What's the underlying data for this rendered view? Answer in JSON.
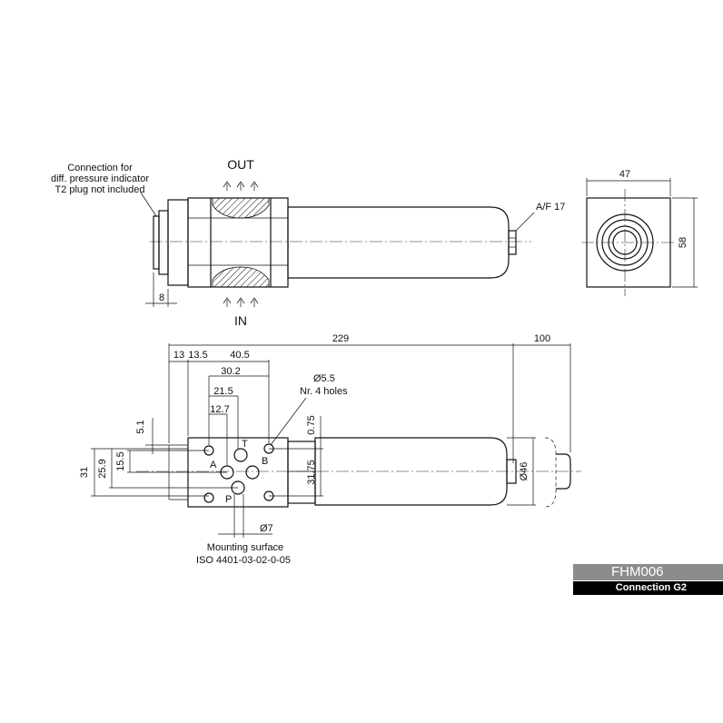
{
  "colors": {
    "line": "#111111",
    "title_bg": "#8c8c8c",
    "subtitle_bg": "#000000",
    "title_text": "#ffffff"
  },
  "top_view": {
    "connection_note": [
      "Connection for",
      "diff. pressure indicator",
      "T2 plug not included"
    ],
    "out_label": "OUT",
    "in_label": "IN",
    "af_label": "A/F 17",
    "dim_8": "8"
  },
  "end_view": {
    "width": "47",
    "height": "58"
  },
  "bottom_view": {
    "dims_top": [
      "13",
      "13.5",
      "40.5",
      "30.2",
      "21.5",
      "12.7"
    ],
    "overall_length": "229",
    "extra_length": "100",
    "hole_note": [
      "Ø5.5",
      "Nr. 4 holes"
    ],
    "port_labels": {
      "a": "A",
      "b": "B",
      "p": "P",
      "t": "T"
    },
    "dim_0_75": "0.75",
    "dim_31_75": "31.75",
    "dim_5_1": "5.1",
    "dim_15_5": "15.5",
    "dim_25_9": "25.9",
    "dim_31": "31",
    "dim_d46": "Ø46",
    "dim_d7": "Ø7",
    "mounting_note": [
      "Mounting surface",
      "ISO 4401-03-02-0-05"
    ]
  },
  "title_block": {
    "model": "FHM006",
    "connection": "Connection G2"
  }
}
